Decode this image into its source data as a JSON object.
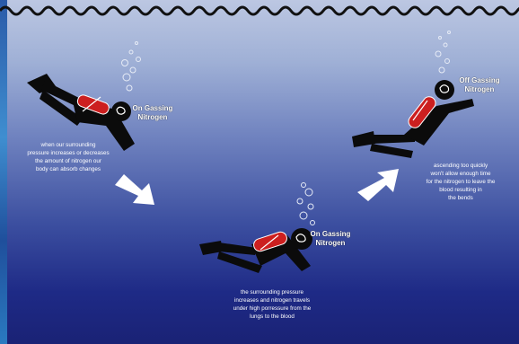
{
  "divers": [
    {
      "label": "On Gassing\nNitrogen"
    },
    {
      "label": "On Gassing\nNitrogen"
    },
    {
      "label": "Off Gassing\nNitrogen"
    }
  ],
  "captions": {
    "left": "when our surrounding\npressure increases or decreases\nthe amount of nitrogen our\nbody can absorb changes",
    "bottom": "the surrounding pressure\nincreases and nitrogen travels\nunder high porressure from the\nlungs to the blood",
    "right": "ascending too quickly\nwon't allow enough time\nfor the nitrogen to leave the\nblood resulting in\nthe bends"
  },
  "colors": {
    "tank_red": "#cc1f1f",
    "diver": "#0b0b0b",
    "arrow": "#ffffff",
    "surface": "#111111"
  }
}
